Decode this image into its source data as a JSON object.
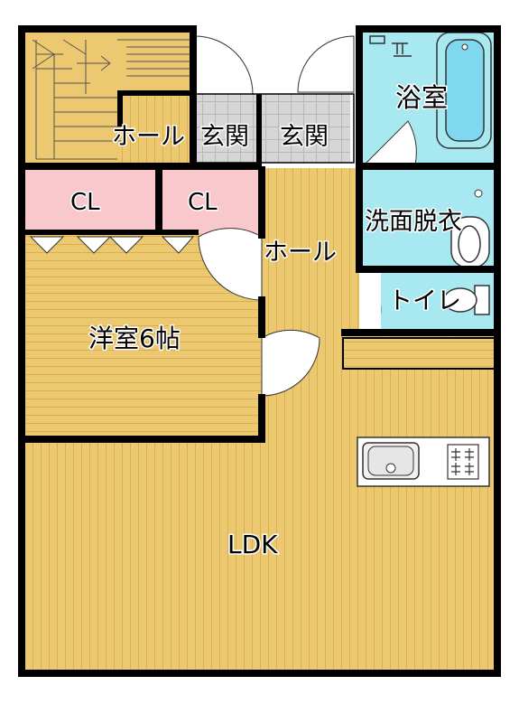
{
  "rooms": {
    "ldk": "LDK",
    "western_room": "洋室6帖",
    "closet_1": "CL",
    "closet_2": "CL",
    "hall_upper": "ホール",
    "entrance_1": "玄関",
    "entrance_2": "玄関",
    "hall_mid": "ホール",
    "bathroom": "浴室",
    "washroom": "洗面脱衣",
    "toilet": "トイレ"
  },
  "colors": {
    "wood_floor": "#ecc870",
    "wood_line": "#d8b050",
    "wet_area": "#a8e8f0",
    "closet": "#f8c8cc",
    "entrance_tile": "#d0d0d0",
    "wall": "#000000",
    "bathtub": "#80d8f0"
  },
  "fixtures": [
    "stairs",
    "bathtub",
    "kitchen-sink",
    "gas-stove",
    "toilet",
    "wash-basin"
  ]
}
